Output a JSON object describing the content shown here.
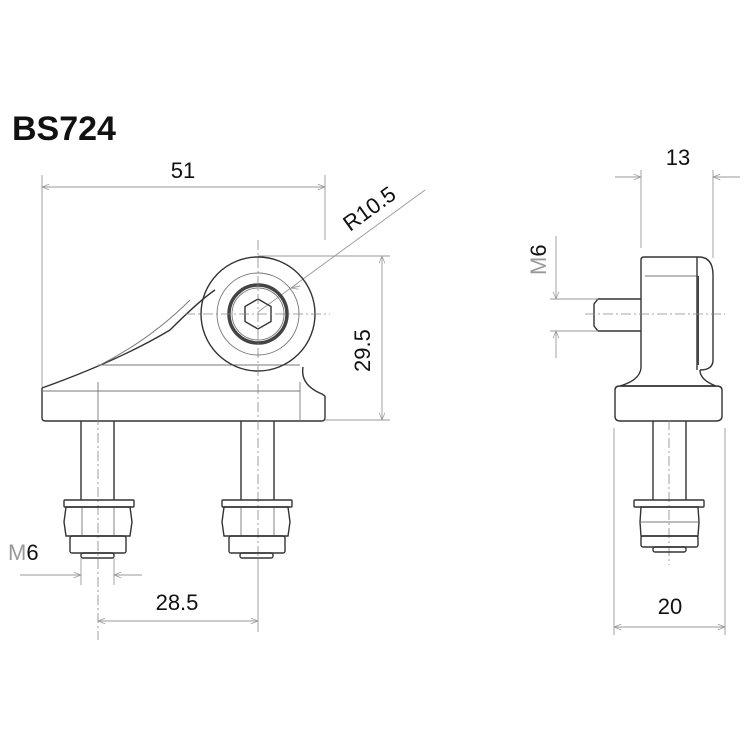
{
  "title": "BS724",
  "front_view": {
    "width_dim": "51",
    "radius_dim": "R10.5",
    "height_dim": "29.5",
    "bolt_spacing_dim": "28.5",
    "thread_dim_prefix": "M",
    "thread_dim_value": "6"
  },
  "side_view": {
    "depth_dim": "13",
    "thread_dim_prefix": "M",
    "thread_dim_value": "6",
    "base_width_dim": "20"
  },
  "colors": {
    "line": "#333333",
    "dimension_line": "#999999",
    "text": "#111111"
  }
}
